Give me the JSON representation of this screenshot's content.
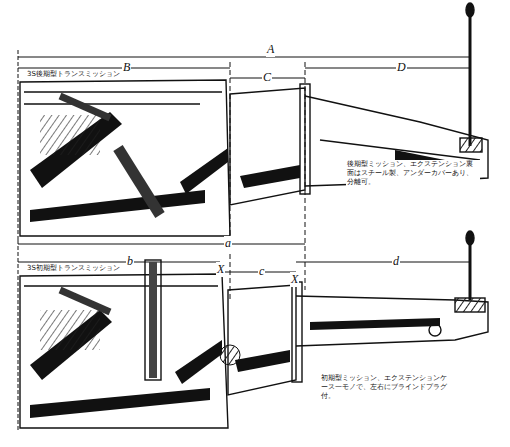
{
  "diagram": {
    "labels": [
      "A",
      "B",
      "C",
      "D",
      "3S後期型トランスミッション",
      "後期型ミッション、エクステンション裏面はスチール製、アンダーカバーあり、分離可。",
      "a",
      "b",
      "c",
      "d",
      "X",
      "X",
      "3S初期型トランスミッション",
      "初期型ミッション、エクステンションケース一モノで、左右にブラインドプラグ付。"
    ]
  }
}
